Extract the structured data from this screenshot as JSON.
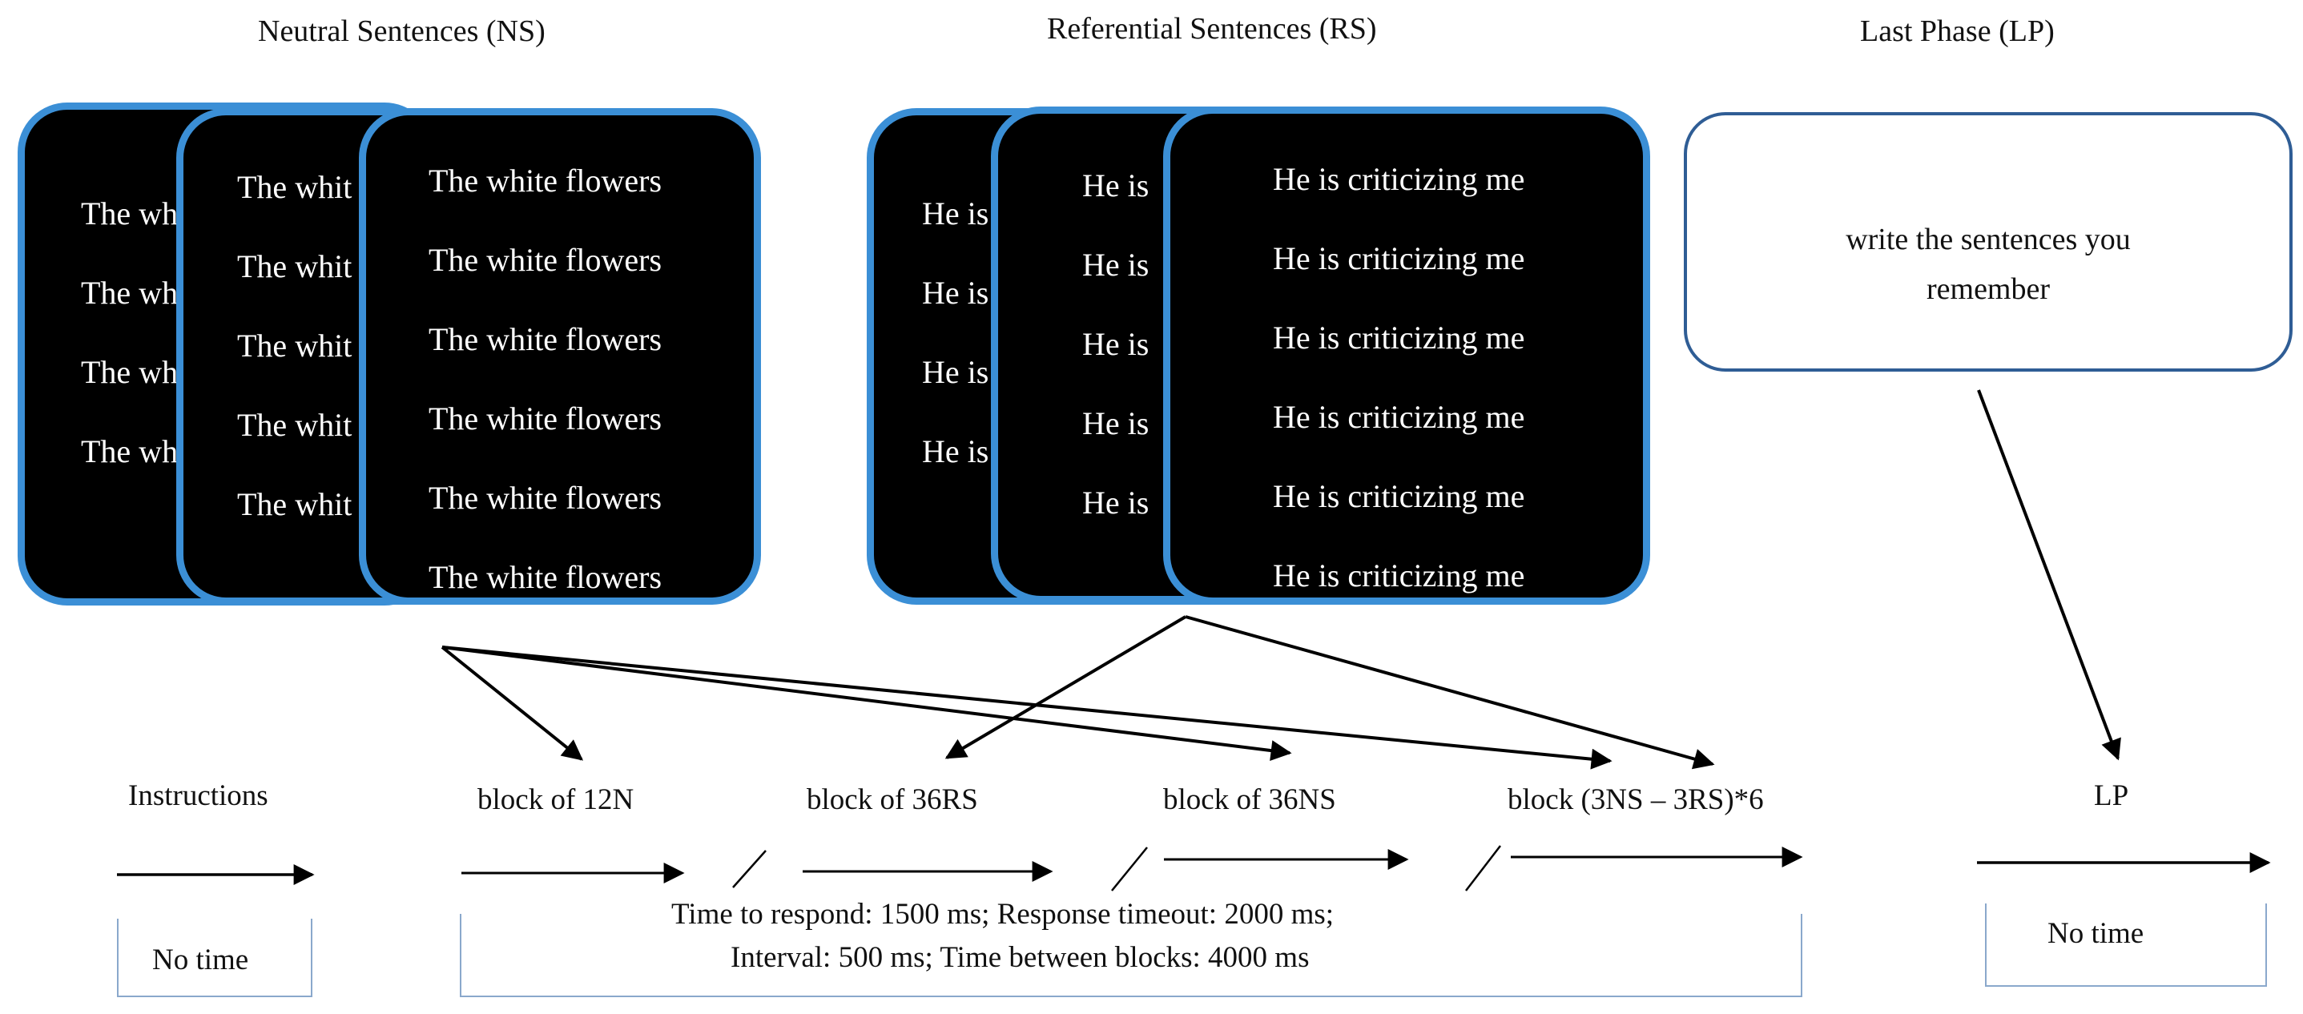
{
  "headers": {
    "neutral": "Neutral Sentences (NS)",
    "referential": "Referential Sentences (RS)",
    "last_phase": "Last Phase (LP)"
  },
  "ns_cards": {
    "back_lines": [
      "The wh",
      "The wh",
      "The wh",
      "The wh"
    ],
    "middle_lines": [
      "The whit",
      "The whit",
      "The whit",
      "The whit",
      "The whit"
    ],
    "front_lines": [
      "The white flowers",
      "The white flowers",
      "The white flowers",
      "The white flowers",
      "The white flowers",
      "The white flowers"
    ]
  },
  "rs_cards": {
    "back_lines": [
      "He is",
      "He is",
      "He is",
      "He is"
    ],
    "middle_lines": [
      "He is",
      "He is",
      "He is",
      "He is",
      "He is"
    ],
    "front_lines": [
      "He is criticizing me",
      "He is criticizing me",
      "He is criticizing me",
      "He is criticizing me",
      "He is criticizing me",
      "He is criticizing me"
    ]
  },
  "lp_card": {
    "line1": "write the sentences you",
    "line2": "remember"
  },
  "timeline": {
    "instructions": "Instructions",
    "block1": "block of 12N",
    "block2": "block of 36RS",
    "block3": "block of 36NS",
    "block4": "block (3NS – 3RS)*6",
    "lp": "LP"
  },
  "timing": {
    "instructions_time": "No time",
    "blocks_line1": "Time to respond: 1500 ms; Response timeout: 2000 ms;",
    "blocks_line2": "Interval: 500 ms; Time between blocks: 4000 ms",
    "lp_time": "No time"
  }
}
